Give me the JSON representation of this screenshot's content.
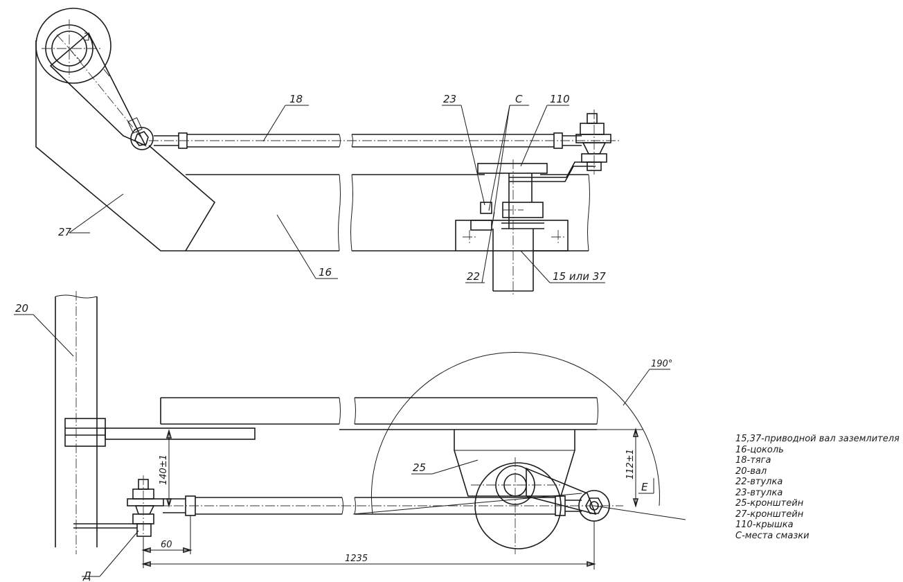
{
  "callouts": {
    "c18": "18",
    "c23": "23",
    "cC": "С",
    "c110": "110",
    "c27": "27",
    "c16": "16",
    "c22": "22",
    "c15": "15 или 37",
    "c20": "20",
    "c25": "25",
    "cE": "Е",
    "cD": "Д"
  },
  "dimensions": {
    "d190": "190°",
    "d140": "140±1",
    "d112": "112±1",
    "d60": "60",
    "d1235": "1235"
  },
  "legend": [
    "15,37-приводной вал заземлителя",
    "16-цоколь",
    "18-тяга",
    "20-вал",
    "22-втулка",
    "23-втулка",
    "25-кронштейн",
    "27-кронштейн",
    "110-крышка",
    "С-места смазки"
  ]
}
